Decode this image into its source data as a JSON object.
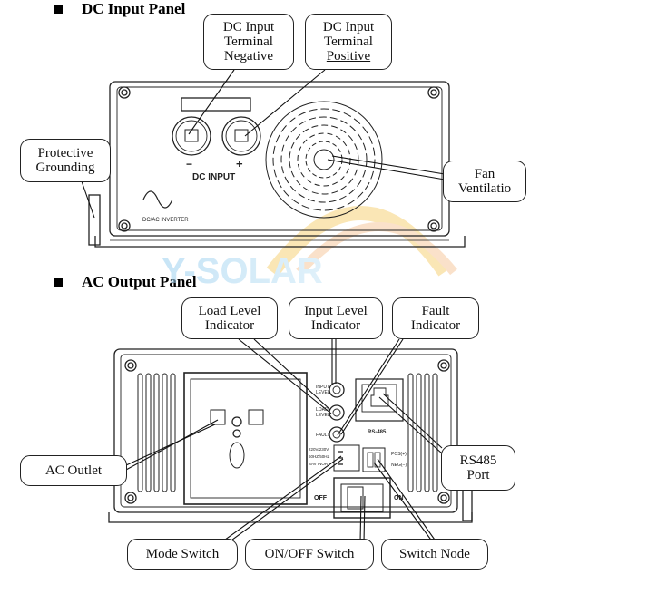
{
  "sections": {
    "dc": {
      "title": "DC Input Panel"
    },
    "ac": {
      "title": "AC Output Panel"
    }
  },
  "watermark": "Y-SOLAR",
  "dc_panel": {
    "terminal_label": "DC INPUT",
    "minus_sign": "−",
    "plus_sign": "+",
    "brand_text": "DC/AC INVERTER"
  },
  "ac_panel": {
    "input_level": [
      "INPUT",
      "LEVEL"
    ],
    "load_level": [
      "LOAD",
      "LEVEL"
    ],
    "fault": "FAULT",
    "rs485": "RS-485",
    "mode_text": [
      "220V/230V",
      "60HZ/50HZ",
      "SAV  INOR"
    ],
    "pos": "POS(+)",
    "neg": "NEG(−)",
    "off": "OFF",
    "on": "ON"
  },
  "callouts": {
    "dc_negative": [
      "DC Input",
      "Terminal",
      "Negative"
    ],
    "dc_positive": [
      "DC Input",
      "Terminal",
      "Positive"
    ],
    "grounding": [
      "Protective",
      "Grounding"
    ],
    "fan": [
      "Fan",
      "Ventilatio"
    ],
    "load_level": [
      "Load Level",
      "Indicator"
    ],
    "input_level": [
      "Input Level",
      "Indicator"
    ],
    "fault": [
      "Fault",
      "Indicator"
    ],
    "ac_outlet": [
      "AC Outlet"
    ],
    "rs485": [
      "RS485",
      "Port"
    ],
    "mode_switch": [
      "Mode Switch"
    ],
    "onoff_switch": [
      "ON/OFF Switch"
    ],
    "switch_node": [
      "Switch Node"
    ]
  }
}
